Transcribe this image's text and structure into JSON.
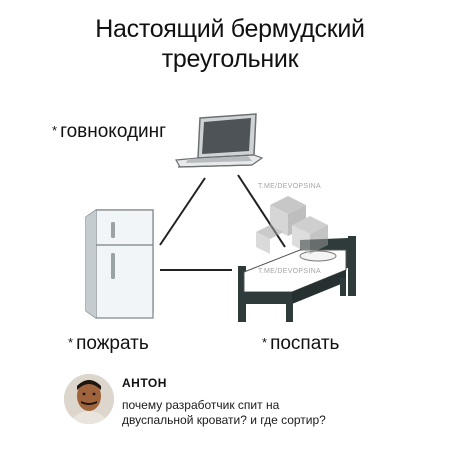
{
  "title": {
    "line1": "Настоящий бермудский",
    "line2": "треугольник"
  },
  "vertices": {
    "code": {
      "star": "*",
      "label": "говнокодинг",
      "icon": "laptop-icon"
    },
    "eat": {
      "star": "*",
      "label": "пожрать",
      "icon": "fridge-icon"
    },
    "sleep": {
      "star": "*",
      "label": "поспать",
      "icon": "bed-icon"
    }
  },
  "watermark": {
    "text": "T.ME/DEVOPSINA"
  },
  "comment": {
    "author": "АНТОН",
    "line1": "почему разработчик спит на",
    "line2": "двуспальной кровати? и где сортир?"
  },
  "colors": {
    "text": "#111111",
    "bed_frame": "#2f3a3a",
    "fridge_body": "#eef2f4",
    "laptop_body": "#e3e5e6",
    "watermark": "#a5a5a5"
  }
}
